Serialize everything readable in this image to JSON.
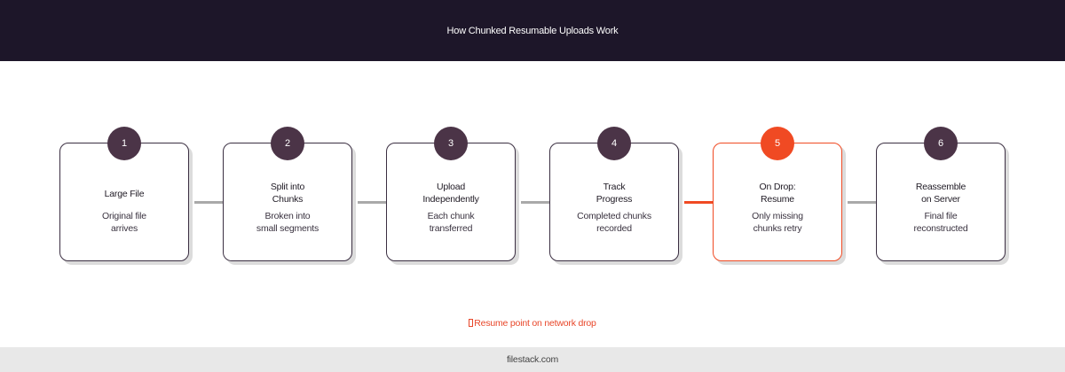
{
  "header": {
    "title": "How Chunked Resumable Uploads Work"
  },
  "steps": [
    {
      "number": "1",
      "title": "Large File",
      "description": "Original file\narrives",
      "active": false
    },
    {
      "number": "2",
      "title": "Split into\nChunks",
      "description": "Broken into\nsmall segments",
      "active": false
    },
    {
      "number": "3",
      "title": "Upload\nIndependently",
      "description": "Each chunk\ntransferred",
      "active": false
    },
    {
      "number": "4",
      "title": "Track\nProgress",
      "description": "Completed chunks\nrecorded",
      "active": false
    },
    {
      "number": "5",
      "title": "On Drop:\nResume",
      "description": "Only missing\nchunks retry",
      "active": true
    },
    {
      "number": "6",
      "title": "Reassemble\non Server",
      "description": "Final file\nreconstructed",
      "active": false
    }
  ],
  "note": {
    "text": "Resume point on network drop"
  },
  "footer": {
    "text": "filestack.com"
  },
  "colors": {
    "header_bg": "#1d1629",
    "badge": "#4b3447",
    "accent": "#f04a23",
    "connector": "#a9a9a9",
    "footer_bg": "#e8e8e8"
  }
}
